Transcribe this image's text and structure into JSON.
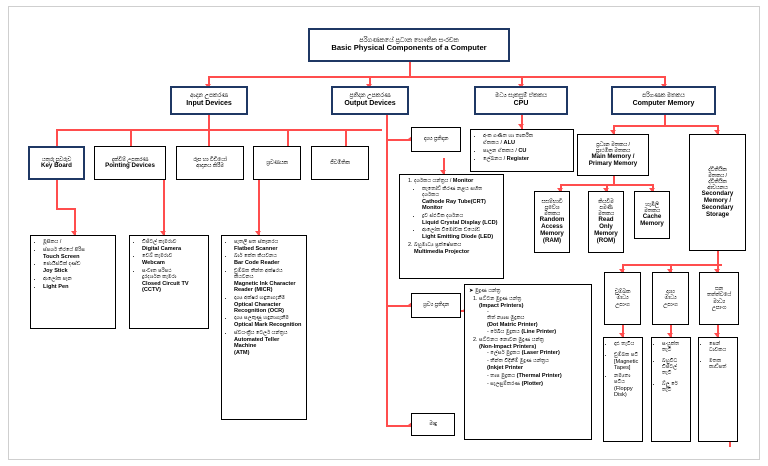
{
  "diagram": {
    "title_si": "පරිගණකයේ ප්‍රධාන භෞතික සංරචක",
    "title_en": "Basic Physical Components of a Computer",
    "level2": [
      {
        "si": "ආදාන උපකරණ",
        "en": "Input Devices"
      },
      {
        "si": "ප්‍රතිදාන උපකරණ",
        "en": "Output Devices"
      },
      {
        "si": "මධ්‍ය සැකසුම් ඒකකය",
        "en": "CPU"
      },
      {
        "si": "පරිගණක මතකය",
        "en": "Computer Memory"
      }
    ],
    "input_children": [
      {
        "si": "යතුරු පුවරුව",
        "en": "Key Board"
      },
      {
        "si": "දැක්වීම් උපකරණ",
        "en": "Pointing Devices"
      },
      {
        "si": "රූප හා විඩියෝ\nආදානය කිරීම",
        "en": ""
      },
      {
        "si": "ශ්‍රවණයක",
        "en": ""
      },
      {
        "si": "ජීවමිතික",
        "en": ""
      }
    ],
    "pointing_items": [
      {
        "si": "මූසිකය /",
        "en": ""
      },
      {
        "si": "ස්පර්ශ තිරයේ පිරිස",
        "en": "Touch Screen"
      },
      {
        "si": "ජොයිස්ටික් දණ්ඩ",
        "en": "Joy Stick"
      },
      {
        "si": "ආලෝක පෑන",
        "en": ""
      },
      {
        "si": "",
        "en": "Light Pen"
      }
    ],
    "camera_items": [
      {
        "si": "ඩිජිටල් කැමරාව",
        "en": "Digital Camera"
      },
      {
        "si": "වෙබ් කැමරාව",
        "en": "Webcam"
      },
      {
        "si": "සංවෘත පරිපථ\nදුරදර්ශන කැමරා",
        "en": "Closed Circuit TV\n(CCTV)"
      }
    ],
    "scanner_items": [
      {
        "si": "පැතලි පත ස්කෑනරය",
        "en": "Flatbed Scanner"
      },
      {
        "si": "බාර් කේත කියවනය",
        "en": "Bar Code Reader"
      },
      {
        "si": "චුම්බක තීන්ත අක්ෂරය\nකියවනය",
        "en": "Magnetic Ink Character\nReader (MICR)"
      },
      {
        "si": "දෘශ්‍ය අක්ෂර හඳුනාගැනීම",
        "en": "Optical Character\nRecognition (OCR)"
      },
      {
        "si": "දෘශ්‍ය සලකුණු හඳුනාගැනීම",
        "en": "Optical Mark Recognition"
      },
      {
        "si": "ස්වයංක්‍රීය ටෙලර් යන්ත්‍රය",
        "en": "Automated Teller Machine\n(ATM)"
      }
    ],
    "cpu_items": [
      {
        "si": "අංක ගණිත හා තාර්කික\nඒකකය",
        "en": "ALU"
      },
      {
        "si": "පාලන ඒකකය",
        "en": "CU"
      },
      {
        "si": "ලේඛනය",
        "en": "Register"
      }
    ],
    "output_visual_label": {
      "si": "දෘශ්‍ය ප්‍රතිදාන",
      "en": ""
    },
    "output_audio_label": {
      "si": "ශ්‍රව්‍ය ප්‍රතිදාන",
      "en": ""
    },
    "output_hardcopy_label": {
      "si": "මෘදු",
      "en": ""
    },
    "monitor_list": {
      "item1_si": "දර්ශකය යන්ත්‍රය /",
      "item1_en": "Monitor",
      "subs": [
        {
          "si": "කැතෝඩ් කිරණ නළය සහිත දර්ශකය",
          "en": "Cathode Ray Tube(CRT) Monitor"
        },
        {
          "si": "ද්‍රව ස්ඵටික දර්ශනය",
          "en": "Liquid Crystal Display (LCD)"
        },
        {
          "si": "ආලෝක විමෝචක ඩයෝඩ",
          "en": "Light Emitting Diode (LED)"
        }
      ],
      "item2_si": "බහුමාධ්‍ය ප්‍රක්ෂේපකය",
      "item2_en": "Multimedia Projector"
    },
    "printer_list": {
      "header_si": "මුද්‍රණ යන්ත්‍ර",
      "g1_si": "ඝට්ටන මුද්‍රණ යන්ත්‍ර",
      "g1_en": "(Impact Printers)",
      "g1_items": [
        {
          "si": "තිත් න්‍යාස මුද්‍රකය",
          "en": "(Dot Matric Printer)"
        },
        {
          "si": "රේඛීය මුද්‍රකය",
          "en": "(Line Printer)"
        }
      ],
      "g2_si": "ඝට්ටනය නොවන මුද්‍රණ යන්ත්‍ර",
      "g2_en": "(Non-Impact Printers)",
      "g2_items": [
        {
          "si": "ලේසර් මුද්‍රකය",
          "en": "(Laser Printer)"
        },
        {
          "si": "තීන්ත විදිනීම් මුද්‍රණ යන්ත්‍රය",
          "en": "(Inkjet Printer"
        },
        {
          "si": "තාප මුද්‍රකය",
          "en": "(Thermal Printer)"
        },
        {
          "si": "සැලසුම්කරණ",
          "en": "(Plotter)"
        }
      ]
    },
    "memory_children": [
      {
        "si": "ප්‍රධාන මතකය /\nප්‍රාථමික මතකය",
        "en": "Main Memory /\nPrimary Memory"
      },
      {
        "si": "ද්විතීයික\nමතකය /\nද්විතීයික\nආචයනය",
        "en": "Secondary\nMemory /\nSecondary\nStorage"
      }
    ],
    "primary_children": [
      {
        "si": "සසම්භාවී\nප්‍රවේශ\nමතකය",
        "en": "Random\nAccess\nMemory\n(RAM)"
      },
      {
        "si": "කියවීම\nපමණි\nමතකය",
        "en": "Read\nOnly\nMemory\n(ROM)"
      },
      {
        "si": "හැඹිලි\nමතකය",
        "en": "Cache\nMemory"
      }
    ],
    "secondary_children": [
      {
        "si": "චුම්බක\nමාධ්‍ය\nඋපාංග",
        "en": ""
      },
      {
        "si": "දෘශ්‍ය\nමාධ්‍ය\nඋපාංග",
        "en": ""
      },
      {
        "si": "ඝන\nතත්ත්වයේ\nමාධ්‍ය\nඋපාංග",
        "en": ""
      }
    ],
    "magnetic_items": [
      {
        "si": "දෘඪ තැටිය",
        "en": ""
      },
      {
        "si": "චුම්බක පටි",
        "en": "[Magnetic Tapes]"
      },
      {
        "si": "නම්‍යතා පටිය",
        "en": "(Floppy Disk)"
      }
    ],
    "optical_items": [
      {
        "si": "සංයුක්ත තැටි",
        "en": ""
      },
      {
        "si": "බහුවිධ ඩිජිටල් තැටි",
        "en": ""
      },
      {
        "si": "බ්ලු රේ තැටි",
        "en": ""
      }
    ],
    "solidstate_items": [
      {
        "si": "පෙන් ධාවකය",
        "en": ""
      },
      {
        "si": "මතක කාඩ්පත්",
        "en": ""
      }
    ]
  }
}
